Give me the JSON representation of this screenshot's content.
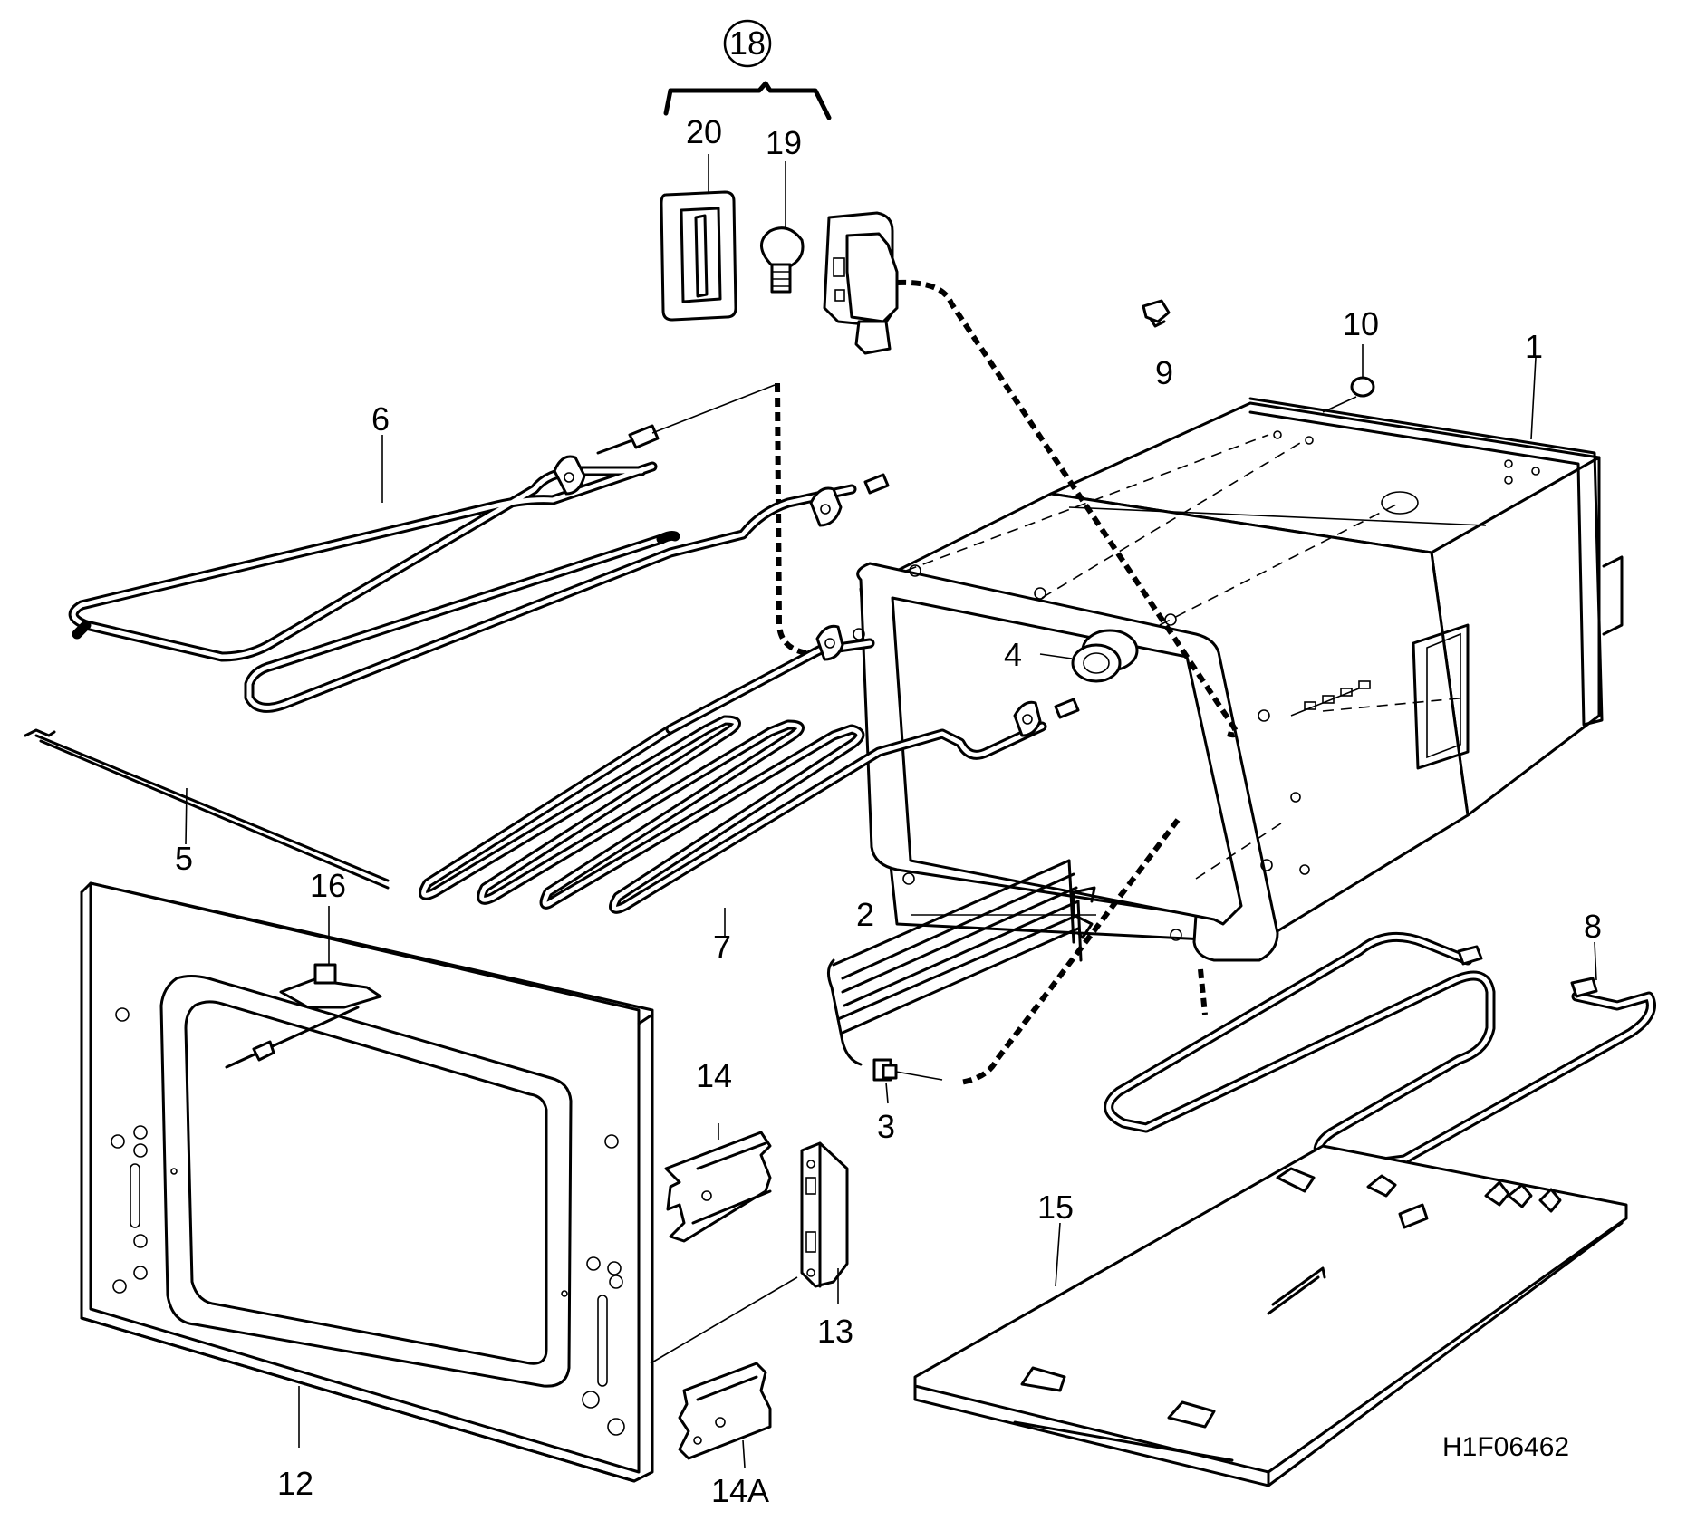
{
  "diagram_code": "H1F06462",
  "callouts": {
    "c1": "1",
    "c2": "2",
    "c3": "3",
    "c4": "4",
    "c5": "5",
    "c6": "6",
    "c7": "7",
    "c8": "8",
    "c9": "9",
    "c10": "10",
    "c12": "12",
    "c13": "13",
    "c14": "14",
    "c14a": "14A",
    "c15": "15",
    "c16": "16",
    "c18": "18",
    "c19": "19",
    "c20": "20"
  }
}
